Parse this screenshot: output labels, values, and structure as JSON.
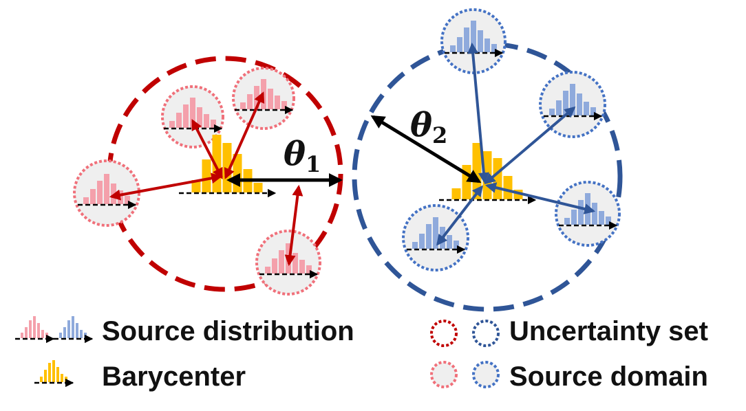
{
  "colors": {
    "red": "#c00000",
    "pink": "#f0707a",
    "pink_bar": "#f4a0ab",
    "blue": "#2f5597",
    "blue_light": "#4472c4",
    "blue_bar": "#8faadc",
    "gold": "#ffc000",
    "domain_fill": "#efefef",
    "black": "#000000"
  },
  "labels": {
    "theta1_symbol": "θ",
    "theta1_sub": "1",
    "theta2_symbol": "θ",
    "theta2_sub": "2"
  },
  "legend": {
    "source_distribution": "Source distribution",
    "barycenter": "Barycenter",
    "uncertainty_set": "Uncertainty set",
    "source_domain": "Source domain"
  }
}
